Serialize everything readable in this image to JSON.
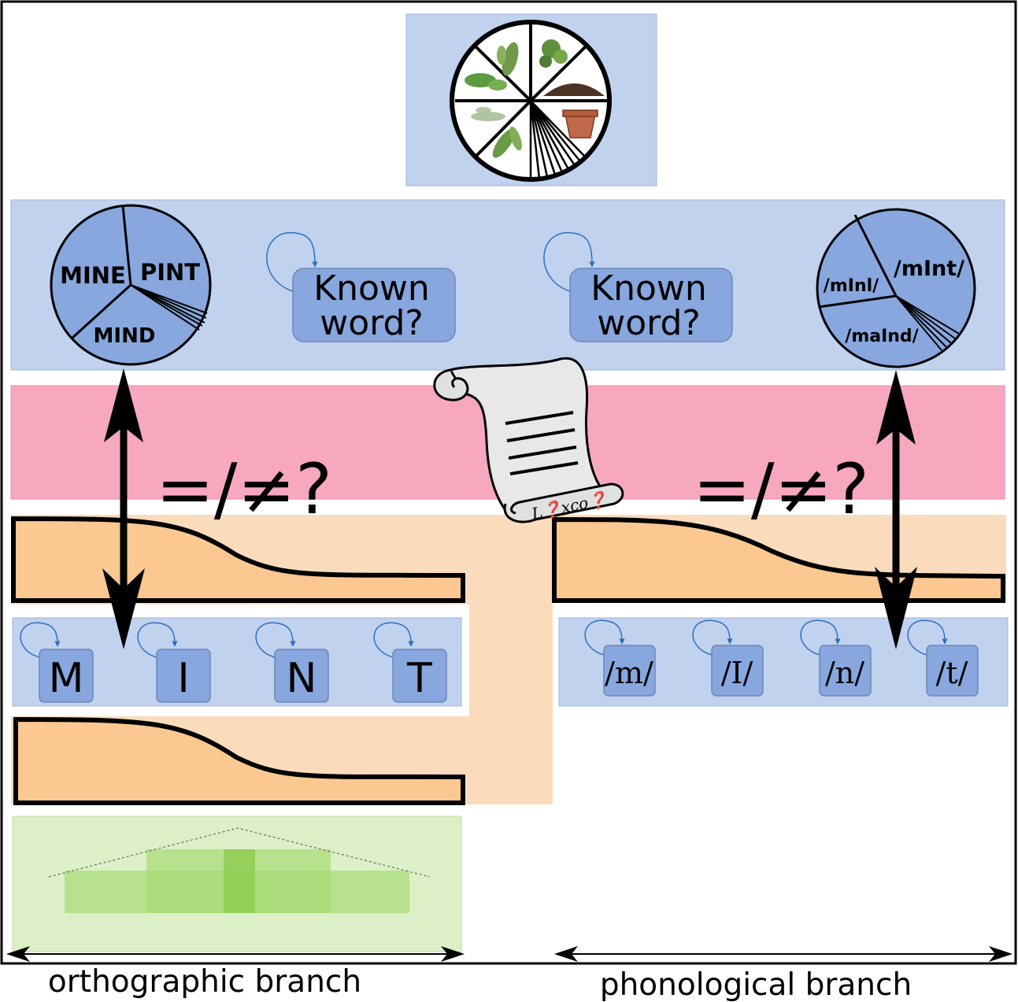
{
  "orthographic": {
    "candidates": [
      "MINE",
      "PINT",
      "MIND"
    ],
    "known_word_label": [
      "Known",
      "word?"
    ],
    "letters": [
      "M",
      "I",
      "N",
      "T"
    ],
    "compare_label": "=/≠?",
    "branch_label": "orthographic branch"
  },
  "phonological": {
    "candidates": [
      "/mInl/",
      "/mInt/",
      "/maInd/"
    ],
    "known_word_label": [
      "Known",
      "word?"
    ],
    "phonemes": [
      "/m/",
      "/I/",
      "/n/",
      "/t/"
    ],
    "compare_label": "=/≠?",
    "branch_label": "phonological branch"
  },
  "lexicon": {
    "label": "L❓xco❓"
  },
  "colors": {
    "semantic_layer": "#c0d2ee",
    "decision_layer": "#f7a8be",
    "buffer_layer": "#fadcbd",
    "buffer_shape": "#fac890",
    "unit_fill": "#87a7de",
    "loop_arrow": "#2f6fc0",
    "visual_layer": "#dcefc7",
    "attention_shade": "#a5d870"
  },
  "icons": {
    "semantic_wheel": "plant-wheel-icon",
    "lexicon": "scroll-icon",
    "loop": "self-loop-arrow-icon",
    "compare": "double-headed-arrow-icon"
  }
}
